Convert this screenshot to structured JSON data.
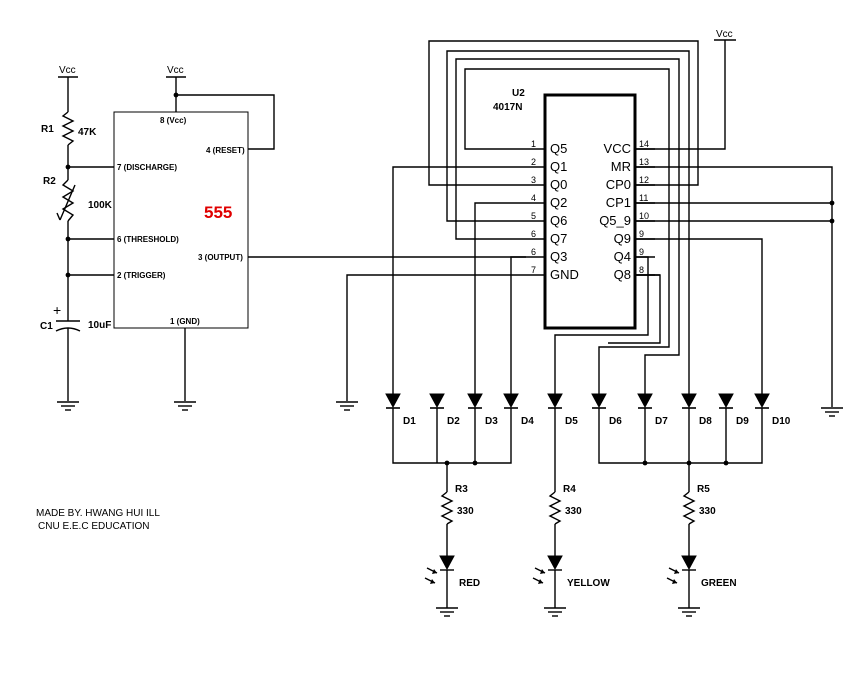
{
  "vcc_labels": [
    "Vcc",
    "Vcc",
    "Vcc"
  ],
  "r1": {
    "ref": "R1",
    "value": "47K"
  },
  "r2": {
    "ref": "R2",
    "value": "100K"
  },
  "c1": {
    "ref": "C1",
    "value": "10uF",
    "polarity": "+"
  },
  "timer": {
    "name": "555",
    "name_color": "#e00000",
    "pins": {
      "vcc": "8 (Vcc)",
      "reset": "4 (RESET)",
      "discharge": "7 (DISCHARGE)",
      "threshold": "6 (THRESHOLD)",
      "trigger": "2 (TRIGGER)",
      "output": "3 (OUTPUT)",
      "gnd": "1 (GND)"
    }
  },
  "counter": {
    "ref": "U2",
    "part": "4017N",
    "left_pins": [
      {
        "num": "1",
        "name": "Q5"
      },
      {
        "num": "2",
        "name": "Q1"
      },
      {
        "num": "3",
        "name": "Q0"
      },
      {
        "num": "4",
        "name": "Q2"
      },
      {
        "num": "5",
        "name": "Q6"
      },
      {
        "num": "6",
        "name": "Q7"
      },
      {
        "num": "6",
        "name": "Q3"
      },
      {
        "num": "7",
        "name": "GND"
      }
    ],
    "right_pins": [
      {
        "num": "14",
        "name": "VCC"
      },
      {
        "num": "13",
        "name": "MR"
      },
      {
        "num": "12",
        "name": "CP0"
      },
      {
        "num": "11",
        "name": "CP1"
      },
      {
        "num": "10",
        "name": "Q5_9"
      },
      {
        "num": "9",
        "name": "Q9"
      },
      {
        "num": "9",
        "name": "Q4"
      },
      {
        "num": "8",
        "name": "Q8"
      }
    ]
  },
  "diodes": [
    "D1",
    "D2",
    "D3",
    "D4",
    "D5",
    "D6",
    "D7",
    "D8",
    "D9",
    "D10"
  ],
  "resistors": [
    {
      "ref": "R3",
      "value": "330"
    },
    {
      "ref": "R4",
      "value": "330"
    },
    {
      "ref": "R5",
      "value": "330"
    }
  ],
  "leds": [
    "RED",
    "YELLOW",
    "GREEN"
  ],
  "credits": [
    "MADE BY. HWANG HUI ILL",
    "CNU E.E.C EDUCATION"
  ]
}
